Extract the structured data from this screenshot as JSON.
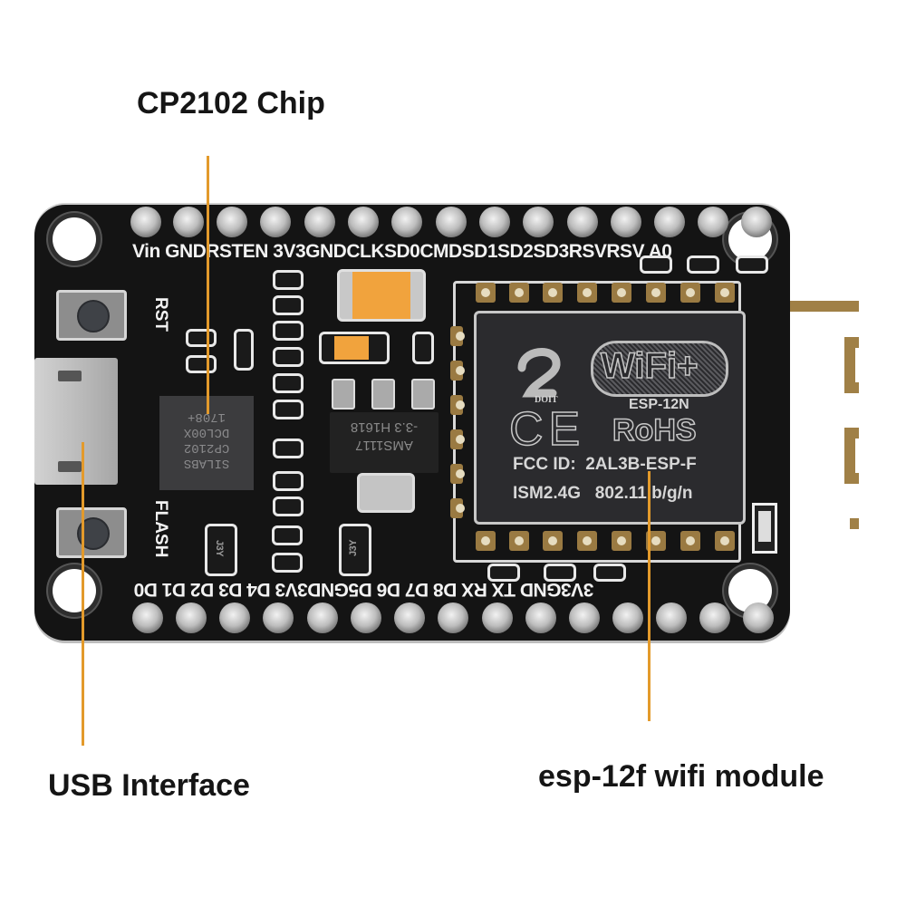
{
  "annotations": {
    "cp2102": {
      "label": "CP2102 Chip",
      "line_color": "#e39a2b"
    },
    "usb": {
      "label": "USB Interface",
      "line_color": "#e39a2b"
    },
    "esp": {
      "label": "esp-12f wifi module",
      "line_color": "#e39a2b"
    }
  },
  "board": {
    "color": "#141414",
    "top_pin_labels": [
      "Vin",
      "GND",
      "RST",
      "EN",
      "3V3",
      "GND",
      "CLK",
      "SD0",
      "CMD",
      "SD1",
      "SD2",
      "SD3",
      "RSV",
      "RSV",
      "A0"
    ],
    "top_silkscreen": "Vin GNDRSTEN 3V3GNDCLKSD0CMDSD1SD2SD3RSVRSV A0",
    "bottom_pin_labels": [
      "3V3",
      "GND",
      "TX",
      "RX",
      "D8",
      "D7",
      "D6",
      "D5",
      "GND",
      "3V3",
      "D4",
      "D3",
      "D2",
      "D1",
      "D0"
    ],
    "bottom_silkscreen": "3V3GND TX RX D8 D7 D6 D5GND3V3 D4 D3 D2 D1 D0",
    "buttons": {
      "reset_label": "RST",
      "flash_label": "FLASH"
    },
    "usb_chip": {
      "lines": [
        "SILABS",
        "CP2102",
        "DCL00X",
        "1708+"
      ]
    },
    "regulator": {
      "lines": [
        "AMS1117",
        "-3.3  H1618"
      ]
    },
    "transistor_marking": "J3Y"
  },
  "module": {
    "brand": "DOIT",
    "wifi_badge": "WiFi+",
    "model": "ESP-12N",
    "rohs": "RoHS",
    "ce": "CE",
    "fcc_id": "FCC ID:  2AL3B-ESP-F",
    "spec": "ISM2.4G   802.11 b/g/n",
    "antenna_color": "#a08046"
  }
}
